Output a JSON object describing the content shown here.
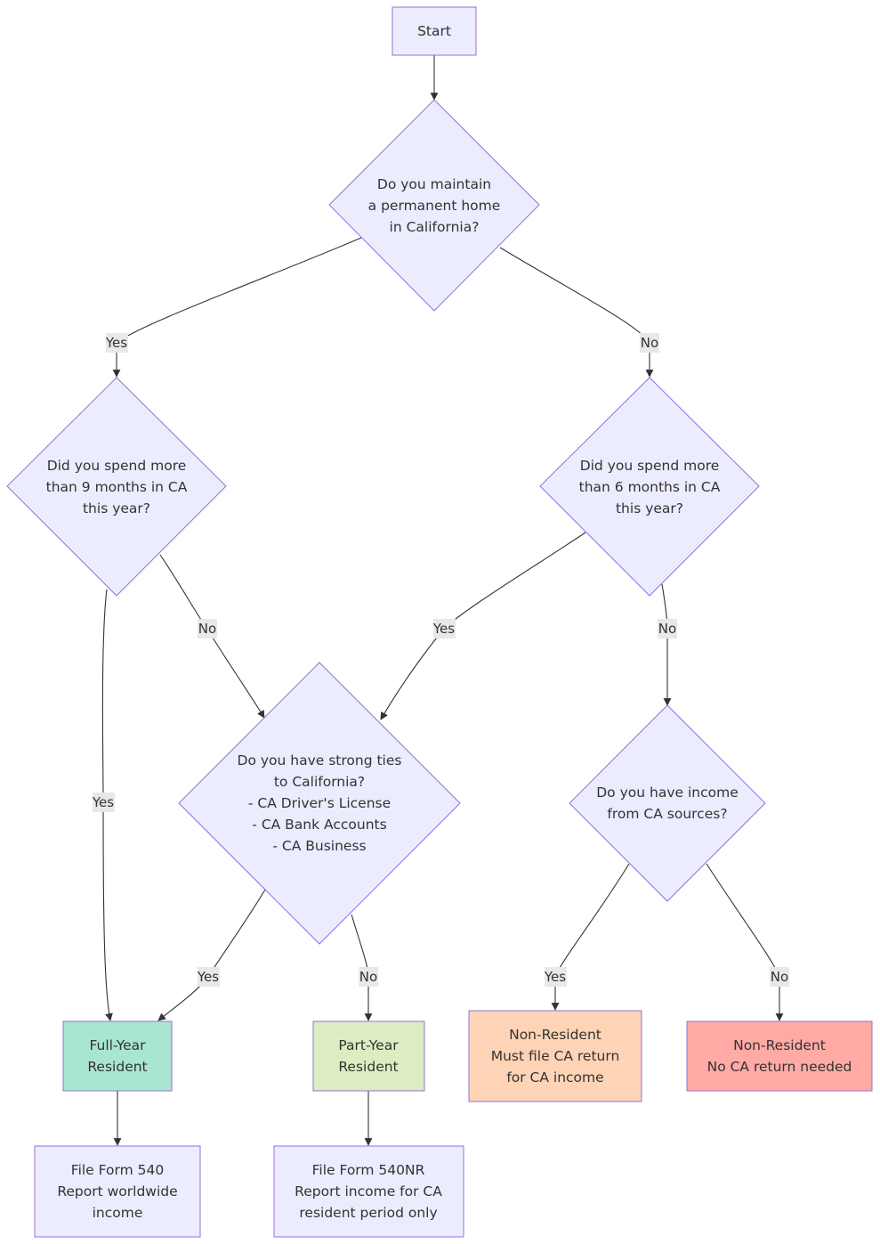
{
  "colors": {
    "node_fill": "#ECECFF",
    "node_stroke": "#9370DB",
    "edge": "#333333",
    "label_bg": "#E8E8E8",
    "full_year": "#A8E6CF",
    "part_year": "#DCEDC1",
    "nonres_file": "#FFD3B6",
    "nonres_none": "#FFAAA5"
  },
  "nodes": {
    "start": {
      "lines": [
        "Start"
      ]
    },
    "q_home": {
      "lines": [
        "Do you maintain",
        "a permanent home",
        "in California?"
      ]
    },
    "q_nine": {
      "lines": [
        "Did you spend more",
        "than 9 months in CA",
        "this year?"
      ]
    },
    "q_six": {
      "lines": [
        "Did you spend more",
        "than 6 months in CA",
        "this year?"
      ]
    },
    "q_ties": {
      "lines": [
        "Do you have strong ties",
        "to California?",
        "- CA Driver's License",
        "- CA Bank Accounts",
        "- CA Business"
      ]
    },
    "q_income": {
      "lines": [
        "Do you have income",
        "from CA sources?"
      ]
    },
    "full_year": {
      "lines": [
        "Full-Year",
        "Resident"
      ]
    },
    "part_year": {
      "lines": [
        "Part-Year",
        "Resident"
      ]
    },
    "nonres_file": {
      "lines": [
        "Non-Resident",
        "Must file CA return",
        "for CA income"
      ]
    },
    "nonres_none": {
      "lines": [
        "Non-Resident",
        "No CA return needed"
      ]
    },
    "form_540": {
      "lines": [
        "File Form 540",
        "Report worldwide",
        "income"
      ]
    },
    "form_540nr": {
      "lines": [
        "File Form 540NR",
        "Report income for CA",
        "resident period only"
      ]
    }
  },
  "edge_labels": {
    "home_yes": "Yes",
    "home_no": "No",
    "nine_yes": "Yes",
    "nine_no": "No",
    "six_yes": "Yes",
    "six_no": "No",
    "ties_yes": "Yes",
    "ties_no": "No",
    "income_yes": "Yes",
    "income_no": "No"
  }
}
